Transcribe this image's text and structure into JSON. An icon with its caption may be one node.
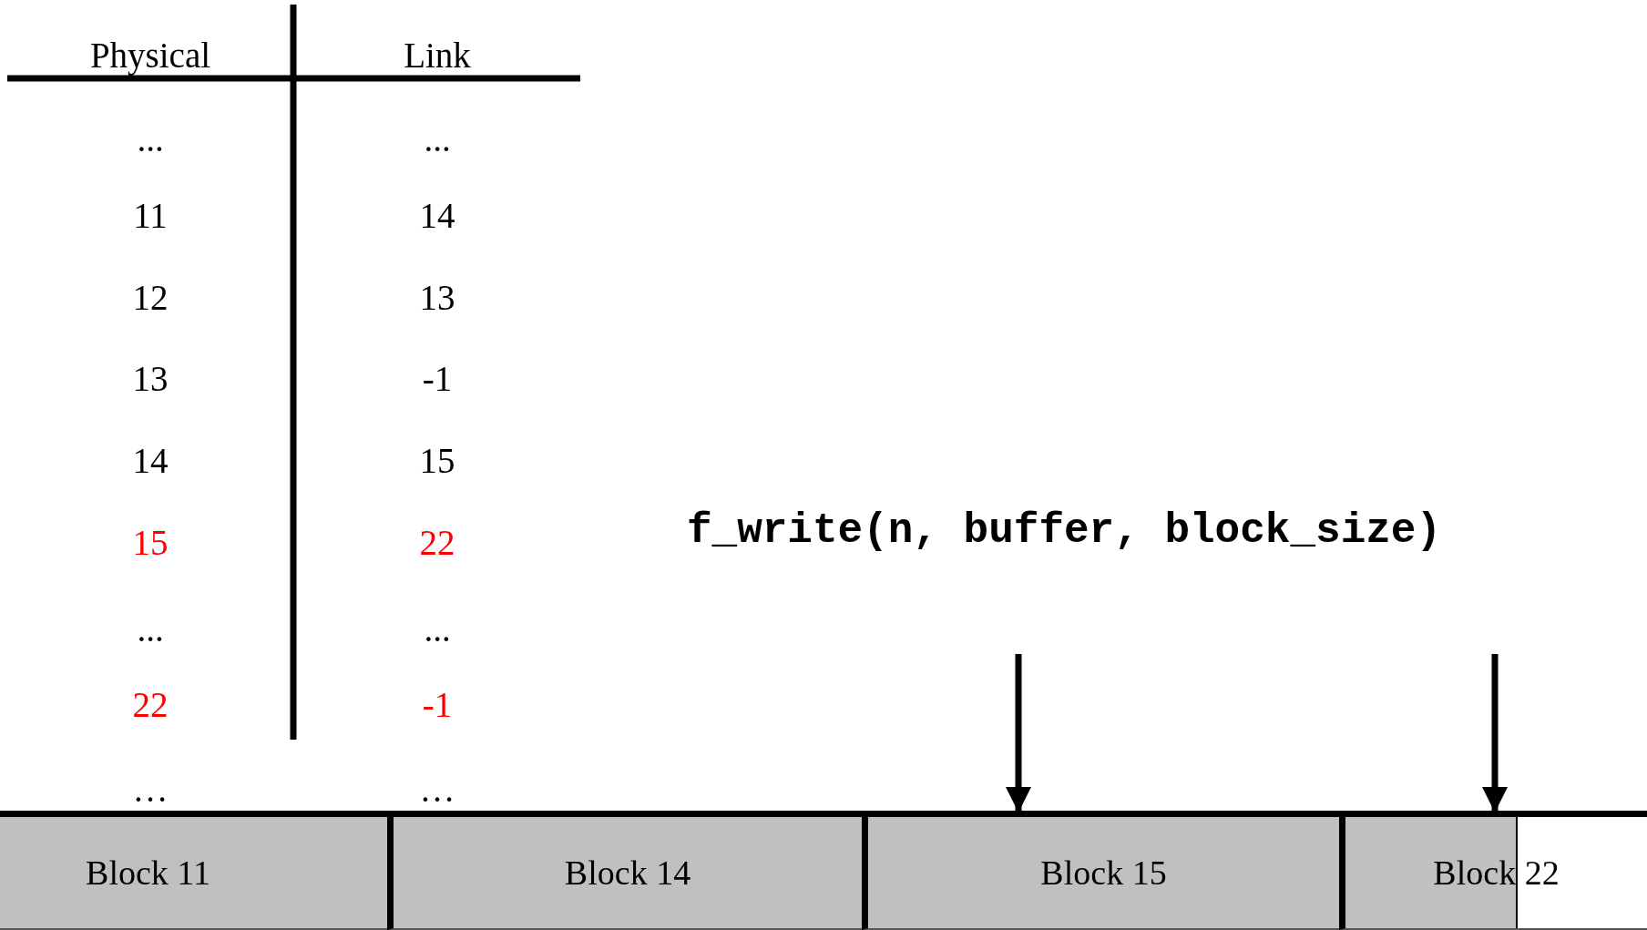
{
  "diagram": {
    "nodes": [
      {
        "text": [
          "Block 11"
        ]
      },
      {
        "text": [
          "Block 14"
        ]
      },
      {
        "text": [
          "Block 15"
        ]
      },
      {
        "text": [
          "Block 22"
        ]
      }
    ],
    "edges": [
      {
        "from": null,
        "to": 2,
        "arrow": "to"
      },
      {
        "from": null,
        "to": 3,
        "arrow": "to"
      }
    ],
    "labels": [
      "Physical",
      "Link",
      "...",
      "...",
      "11",
      "14",
      "12",
      "13",
      "13",
      "-1",
      "14",
      "15",
      "15",
      "22",
      "...",
      "...",
      "22",
      "-1",
      "…",
      "…",
      "f_write(n, buffer, block_size)"
    ]
  }
}
